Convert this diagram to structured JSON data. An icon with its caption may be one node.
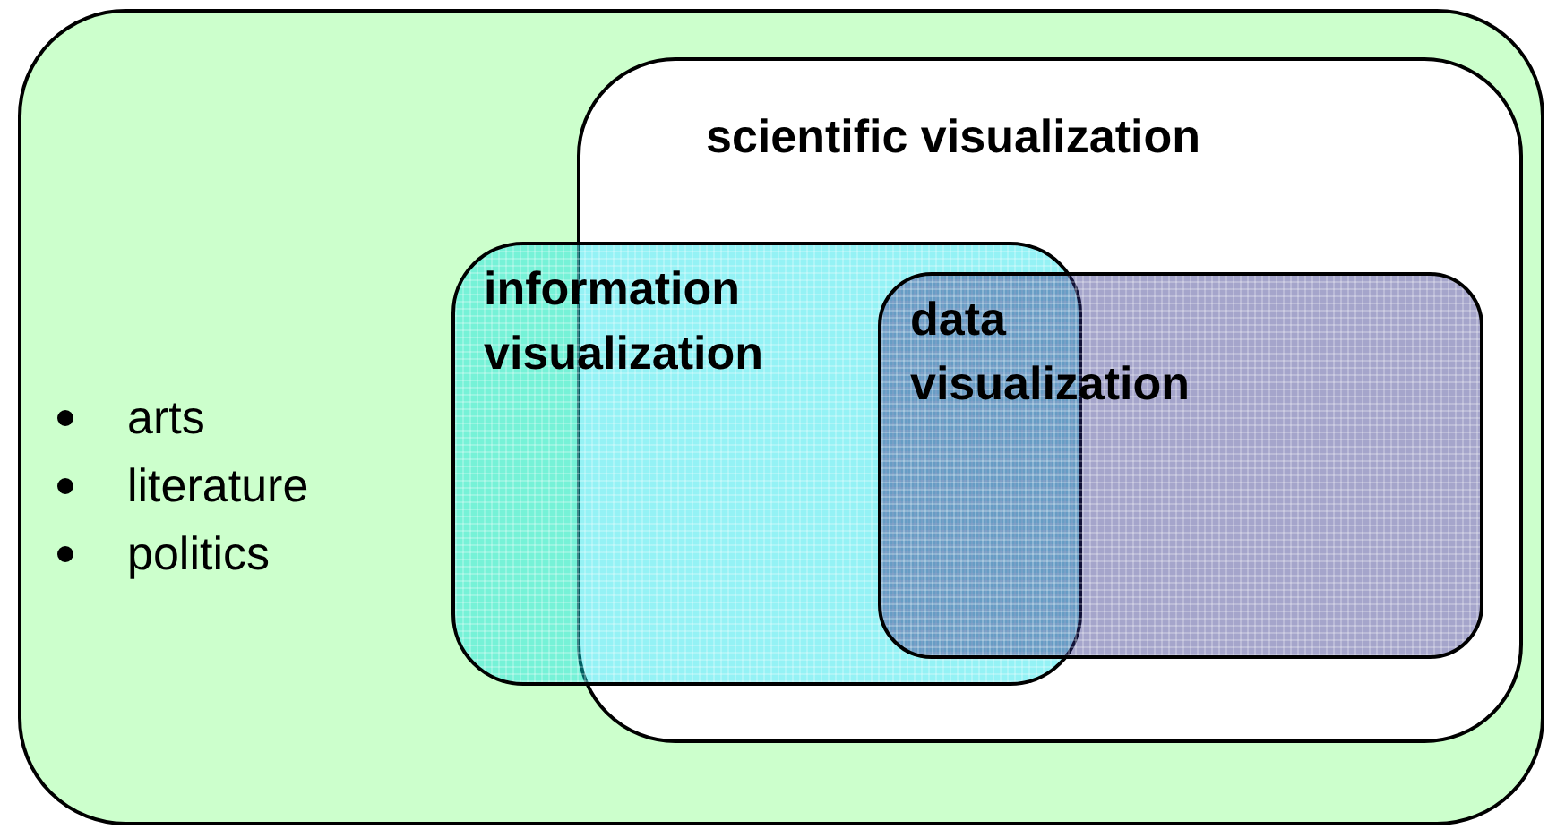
{
  "diagram": {
    "nodes": [
      {
        "text": [
          "arts",
          "literature",
          "politics"
        ]
      },
      {
        "text": [
          "scientific visualization"
        ],
        "in": 0
      },
      {
        "text": [
          "information visualization"
        ],
        "in": 0
      },
      {
        "text": [
          "data visualization"
        ],
        "in": 1
      }
    ]
  }
}
